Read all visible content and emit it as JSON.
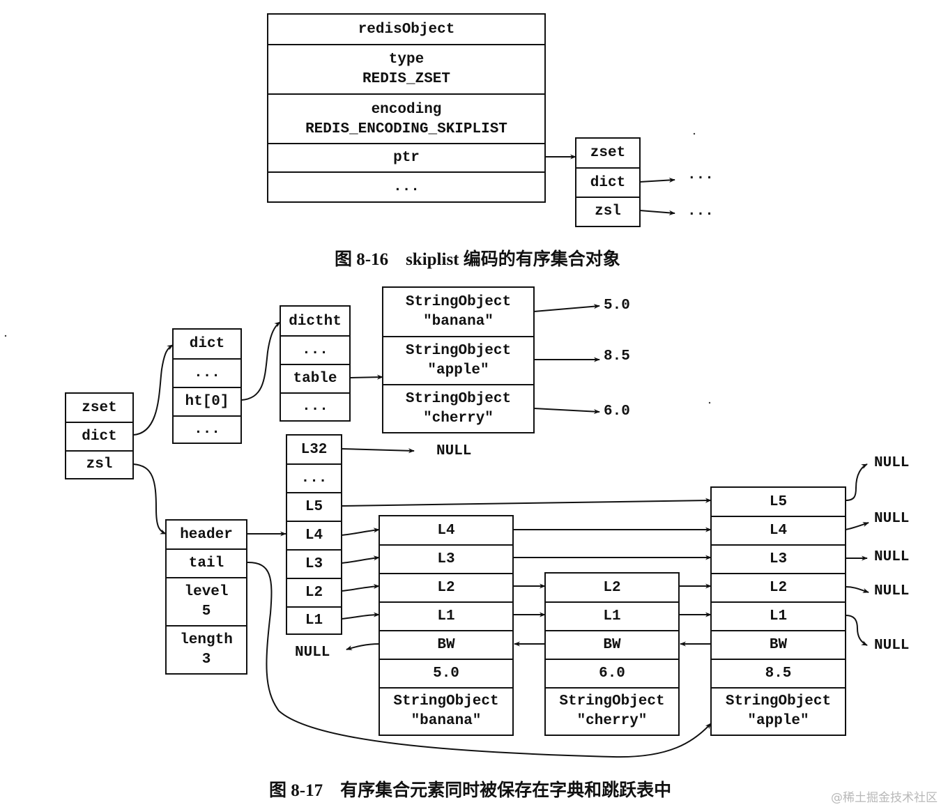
{
  "figure1": {
    "caption": "图 8-16    skiplist 编码的有序集合对象",
    "redis_object": {
      "cells": [
        [
          "redisObject"
        ],
        [
          "type",
          "REDIS_ZSET"
        ],
        [
          "encoding",
          "REDIS_ENCODING_SKIPLIST"
        ],
        [
          "ptr"
        ],
        [
          "..."
        ]
      ]
    },
    "zset": {
      "cells": [
        "zset",
        "dict",
        "zsl"
      ]
    },
    "ellipsis_targets": [
      "...",
      "..."
    ]
  },
  "figure2": {
    "caption": "图 8-17    有序集合元素同时被保存在字典和跳跃表中",
    "zset": {
      "cells": [
        "zset",
        "dict",
        "zsl"
      ]
    },
    "dict": {
      "cells": [
        "dict",
        "...",
        "ht[0]",
        "..."
      ]
    },
    "dictht": {
      "cells": [
        "dictht",
        "...",
        "table",
        "..."
      ]
    },
    "dict_entries": [
      {
        "key": [
          "StringObject",
          "\"banana\""
        ],
        "score": "5.0"
      },
      {
        "key": [
          "StringObject",
          "\"apple\""
        ],
        "score": "8.5"
      },
      {
        "key": [
          "StringObject",
          "\"cherry\""
        ],
        "score": "6.0"
      }
    ],
    "zskiplist": {
      "cells": [
        [
          "header"
        ],
        [
          "tail"
        ],
        [
          "level",
          "5"
        ],
        [
          "length",
          "3"
        ]
      ]
    },
    "header_levels": [
      "L32",
      "...",
      "L5",
      "L4",
      "L3",
      "L2",
      "L1"
    ],
    "nodes": [
      {
        "levels": [
          "L4",
          "L3",
          "L2",
          "L1"
        ],
        "backward": "BW",
        "score": "5.0",
        "obj": [
          "StringObject",
          "\"banana\""
        ]
      },
      {
        "levels": [
          "L2",
          "L1"
        ],
        "backward": "BW",
        "score": "6.0",
        "obj": [
          "StringObject",
          "\"cherry\""
        ]
      },
      {
        "levels": [
          "L5",
          "L4",
          "L3",
          "L2",
          "L1"
        ],
        "backward": "BW",
        "score": "8.5",
        "obj": [
          "StringObject",
          "\"apple\""
        ]
      }
    ],
    "null_label": "NULL"
  },
  "watermark": "@稀土掘金技术社区"
}
